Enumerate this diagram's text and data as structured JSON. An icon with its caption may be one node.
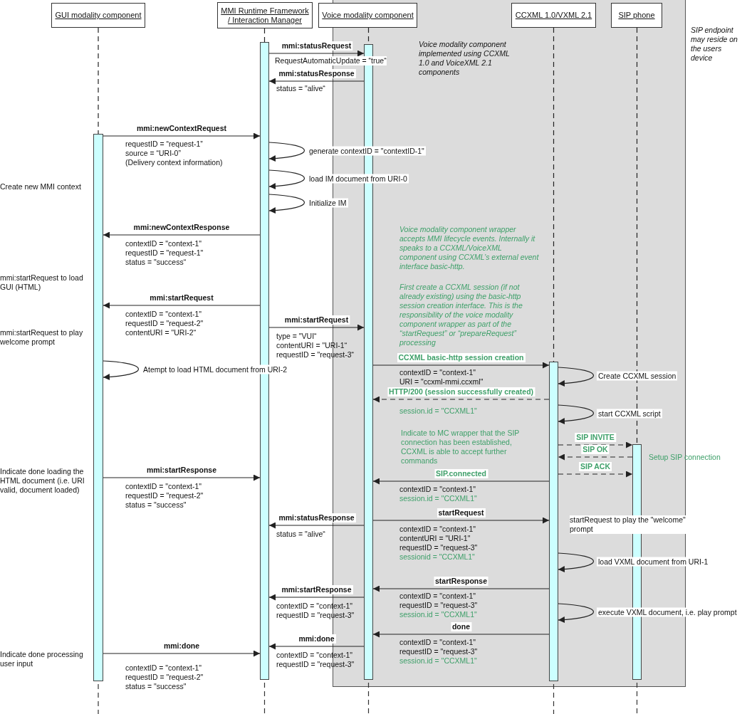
{
  "diagram": {
    "nodes": [
      {
        "text": [
          "GUI modality component"
        ]
      },
      {
        "text": [
          "MMI Runtime Framework / Interaction Manager"
        ]
      },
      {
        "text": [
          "Voice modality component"
        ]
      },
      {
        "text": [
          "CCXML 1.0/VXML 2.1"
        ]
      },
      {
        "text": [
          "SIP phone"
        ]
      },
      {
        "text": [],
        "shape": "bar"
      },
      {
        "text": [],
        "shape": "bar"
      },
      {
        "text": [],
        "shape": "bar"
      },
      {
        "text": [],
        "shape": "bar"
      },
      {
        "text": [],
        "shape": "bar"
      }
    ],
    "edges": [
      {
        "from": 0,
        "to": 5,
        "arrow": "none",
        "style": "dashed"
      },
      {
        "from": 1,
        "to": 6,
        "arrow": "none",
        "style": "dashed"
      },
      {
        "from": 2,
        "to": 7,
        "arrow": "none",
        "style": "dashed"
      },
      {
        "from": 3,
        "to": 8,
        "arrow": "none",
        "style": "dashed"
      },
      {
        "from": 4,
        "to": 9,
        "arrow": "none",
        "style": "dashed"
      },
      {
        "from": 6,
        "to": 7,
        "arrow": "to",
        "label": "mmi:statusRequest"
      },
      {
        "from": 7,
        "to": 6,
        "arrow": "to",
        "label": "mmi:statusResponse"
      },
      {
        "from": 5,
        "to": 6,
        "arrow": "to",
        "label": "mmi:newContextRequest"
      },
      {
        "from": 6,
        "to": 6,
        "arrow": "to",
        "label": "generate contextID = \"contextID-1\""
      },
      {
        "from": 6,
        "to": 6,
        "arrow": "to",
        "label": "load IM document from URI-0"
      },
      {
        "from": 6,
        "to": 6,
        "arrow": "to",
        "label": "Initialize IM"
      },
      {
        "from": 6,
        "to": 5,
        "arrow": "to",
        "label": "mmi:newContextResponse"
      },
      {
        "from": 6,
        "to": 5,
        "arrow": "to",
        "label": "mmi:startRequest"
      },
      {
        "from": 6,
        "to": 7,
        "arrow": "to",
        "label": "mmi:startRequest"
      },
      {
        "from": 5,
        "to": 5,
        "arrow": "to",
        "label": "Atempt to load HTML document from URI-2"
      },
      {
        "from": 7,
        "to": 8,
        "arrow": "to",
        "label": "CCXML basic-http session creation"
      },
      {
        "from": 8,
        "to": 8,
        "arrow": "to",
        "label": "Create CCXML session"
      },
      {
        "from": 8,
        "to": 7,
        "arrow": "to",
        "label": "HTTP/200 (session successfully created)",
        "style": "dashed"
      },
      {
        "from": 8,
        "to": 8,
        "arrow": "to",
        "label": "start CCXML script"
      },
      {
        "from": 8,
        "to": 9,
        "arrow": "to",
        "label": "SIP INVITE",
        "style": "dashed"
      },
      {
        "from": 9,
        "to": 8,
        "arrow": "to",
        "label": "SIP OK",
        "style": "dashed"
      },
      {
        "from": 8,
        "to": 9,
        "arrow": "to",
        "label": "SIP ACK",
        "style": "dashed"
      },
      {
        "from": 5,
        "to": 6,
        "arrow": "to",
        "label": "mmi:startResponse"
      },
      {
        "from": 8,
        "to": 7,
        "arrow": "to",
        "label": "SIP.connected"
      },
      {
        "from": 7,
        "to": 8,
        "arrow": "to",
        "label": "startRequest"
      },
      {
        "from": 7,
        "to": 6,
        "arrow": "to",
        "label": "mmi:statusResponse"
      },
      {
        "from": 8,
        "to": 8,
        "arrow": "to",
        "label": "load VXML document from URI-1"
      },
      {
        "from": 8,
        "to": 7,
        "arrow": "to",
        "label": "startResponse"
      },
      {
        "from": 7,
        "to": 6,
        "arrow": "to",
        "label": "mmi:startResponse"
      },
      {
        "from": 8,
        "to": 8,
        "arrow": "to",
        "label": "execute VXML document, i.e. play prompt"
      },
      {
        "from": 8,
        "to": 7,
        "arrow": "to",
        "label": "done"
      },
      {
        "from": 7,
        "to": 6,
        "arrow": "to",
        "label": "mmi:done"
      },
      {
        "from": 5,
        "to": 6,
        "arrow": "to",
        "label": "mmi:done"
      }
    ],
    "labels": [
      "SIP endpoint may reside on the users device",
      "Voice modality component implemented using CCXML 1.0 and VoiceXML 2.1 components",
      "RequestAutomaticUpdate = “true“",
      "status = \"alive“",
      "Create new MMI context",
      "requestID = “request-1”",
      "source = “URI-0”",
      "(Delivery context information)",
      "contextID = \"context-1\"",
      "requestID = \"request-1\"",
      "status = \"success“",
      "mmi:startRequest to load GUI (HTML)",
      "Voice modality component wrapper accepts MMI lifecycle events. Internally it speaks to a CCXML/VoiceXML component using CCXML’s external event interface basic-http.",
      "First create a CCXML session (if not already existing) using the basic-http session creation interface. This is the responsibility of the voice modality component wrapper as part of the “startRequest” or “prepareRequest” processing",
      "contextID = \"context-1\"",
      "requestID = \"request-2\"",
      "contentURI = \"URI-2“",
      "mmi:startRequest to play welcome prompt",
      "type = \"VUI“",
      "contentURI = \"URI-1“",
      "requestID = \"request-3“",
      "contextID = \"context-1\"",
      "URI = \"ccxml-mmi.ccxml\"",
      "session.id = \"CCXML1\"",
      "Indicate to MC wrapper that the SIP connection has been established, CCXML is able to accept further commands",
      "Setup SIP connection",
      "Indicate done loading the HTML document (i.e. URI valid, document loaded)",
      "contextID = \"context-1\"",
      "requestID = \"request-2\"",
      "status = \"success\"",
      "contextID = \"context-1\"",
      "session.id = \"CCXML1\"",
      "startRequest to play the \"welcome\" prompt",
      "status = \"alive“",
      "contextID = \"context-1\"",
      "contentURI = \"URI-1\"",
      "requestID = \"request-3\"",
      "sessionid = \"CCXML1\"",
      "contextID = \"context-1\"",
      "requestID = \"request-3\"",
      "session.id = \"CCXML1\"",
      "contextID = \"context-1\"",
      "requestID = \"request-3\"",
      "contextID = \"context-1\"",
      "requestID = \"request-3\"",
      "session.id = \"CCXML1\"",
      "contextID = \"context-1\"",
      "requestID = \"request-3\"",
      "Indicate done processing user input",
      "contextID = \"context-1\"",
      "requestID = \"request-2\"",
      "status = \"success\""
    ]
  }
}
